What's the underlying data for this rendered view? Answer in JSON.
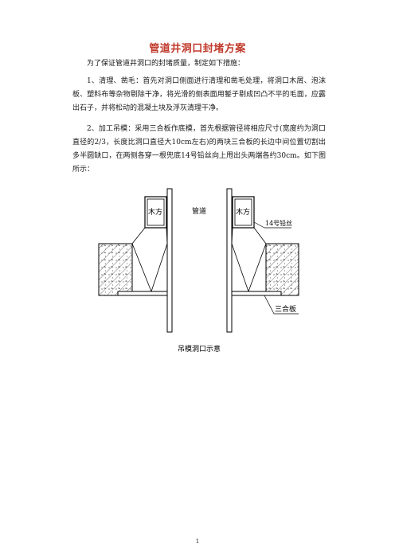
{
  "document": {
    "title": "管道井洞口封堵方案",
    "paragraphs": [
      "为了保证管道井洞口的封堵质量，制定如下措施：",
      "1、清理、凿毛：首先对洞口侧面进行清理和凿毛处理，将洞口木屑、泡沫板、塑料布等杂物剔除干净，将光滑的侧表面用錾子剔成凹凸不平的毛面，应露出石子，并将松动的混凝土块及浮灰清理干净。",
      "2、加工吊模：采用三合板作底模，首先根据管径将相应尺寸(宽度约为洞口直径的2/3，长度比洞口直径大10cm左右)的两块三合板的长边中间位置切割出多半圆缺口，在两侧各穿一根兜底14号铅丝向上甩出头两端各约30cm。如下图所示："
    ],
    "figure": {
      "label_wood_left": "木方",
      "label_wood_right": "木方",
      "label_pipe": "管道",
      "label_wire": "14号铅丝",
      "label_plywood": "三合板",
      "caption": "吊模洞口示意"
    },
    "page_number": "1"
  }
}
